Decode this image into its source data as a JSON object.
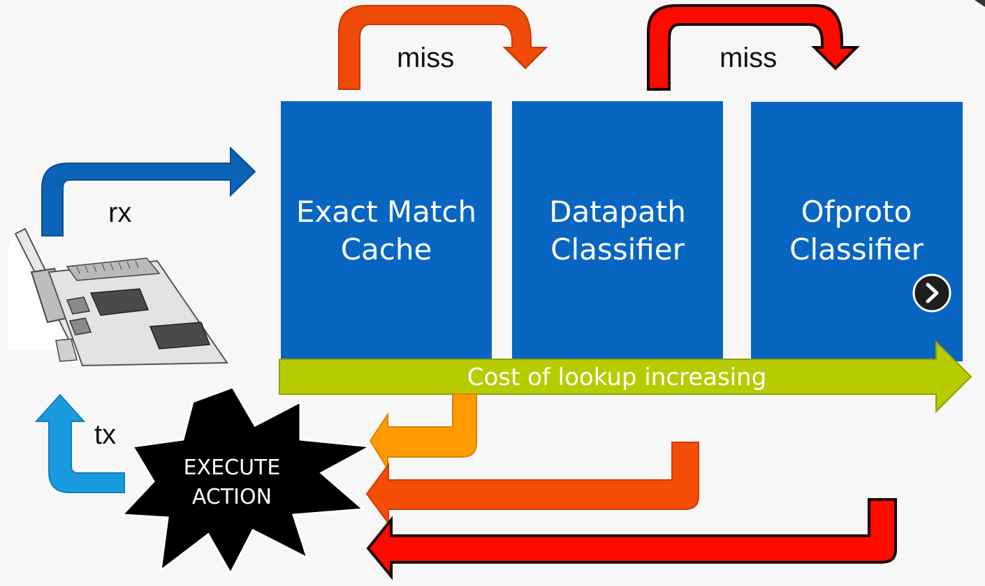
{
  "blocks": [
    {
      "line1": "Exact Match",
      "line2": "Cache"
    },
    {
      "line1": "Datapath",
      "line2": "Classifier"
    },
    {
      "line1": "Ofproto",
      "line2": "Classifier"
    }
  ],
  "labels": {
    "miss1": "miss",
    "miss2": "miss",
    "rx": "rx",
    "tx": "tx"
  },
  "cost_bar": "Cost of lookup increasing",
  "execute": {
    "line1": "EXECUTE",
    "line2": "ACTION"
  },
  "colors": {
    "block": "#0866c1",
    "cost_bar": "#b7cc00",
    "rx_arrow": "#0b63b8",
    "tx_arrow": "#1a9be0",
    "miss1_arrow": "#f04a08",
    "miss2_arrow": "#ff0a00",
    "return_emc": "#ff9b00",
    "return_dpcls": "#f54d05",
    "return_ofproto": "#ff0a00"
  },
  "icons": {
    "nic": "network-interface-card-icon",
    "next": "chevron-right-icon"
  }
}
